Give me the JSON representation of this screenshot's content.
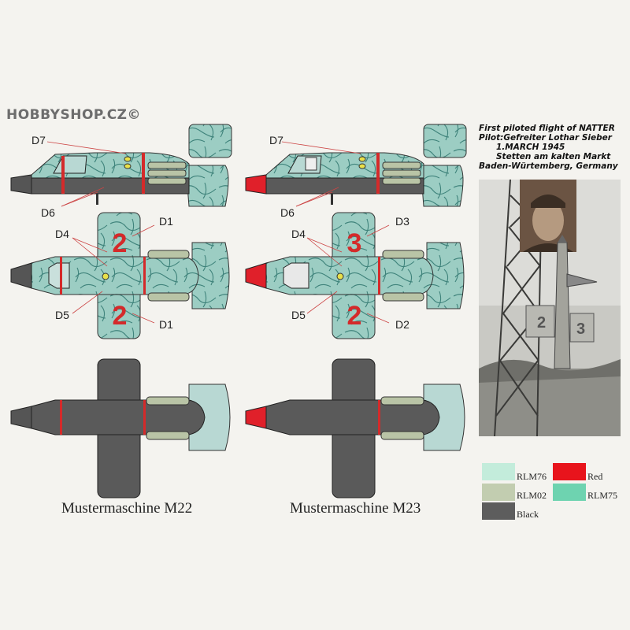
{
  "watermark": "HOBBYSHOP.CZ©",
  "info_lines": [
    "First piloted flight of NATTER",
    "Pilot:Gefreiter Lothar Sieber",
    "1.MARCH 1945",
    "Stetten am kalten Markt",
    "Baden-Würtemberg, Germany"
  ],
  "models": [
    {
      "name": "Mustermaschine M22",
      "wing_top": "2",
      "wing_bottom": "2",
      "nose_color": "#4a4a4a",
      "callouts": {
        "side_top": "D7",
        "side_bottom": "D6",
        "top_left_up": "D4",
        "top_right_up": "D1",
        "top_left_down": "D5",
        "top_right_down": "D1"
      }
    },
    {
      "name": "Mustermaschine M23",
      "wing_top": "3",
      "wing_bottom": "2",
      "nose_color": "#e0202a",
      "callouts": {
        "side_top": "D7",
        "side_bottom": "D6",
        "top_left_up": "D4",
        "top_right_up": "D3",
        "top_left_down": "D5",
        "top_right_down": "D2"
      }
    }
  ],
  "legend": [
    {
      "label": "RLM76",
      "color": "#c3ecdb"
    },
    {
      "label": "Red",
      "color": "#e8141c"
    },
    {
      "label": "RLM02",
      "color": "#c2cdb0"
    },
    {
      "label": "RLM75",
      "color": "#6ed3b0"
    },
    {
      "label": "Black",
      "color": "#5d5d5d"
    }
  ],
  "colors": {
    "camo_base": "#9ccdc3",
    "camo_line": "#3a7d76",
    "fuselage_black": "#5a5a5a",
    "red_band": "#d42a2a",
    "rocket_green": "#b9c4a6"
  }
}
